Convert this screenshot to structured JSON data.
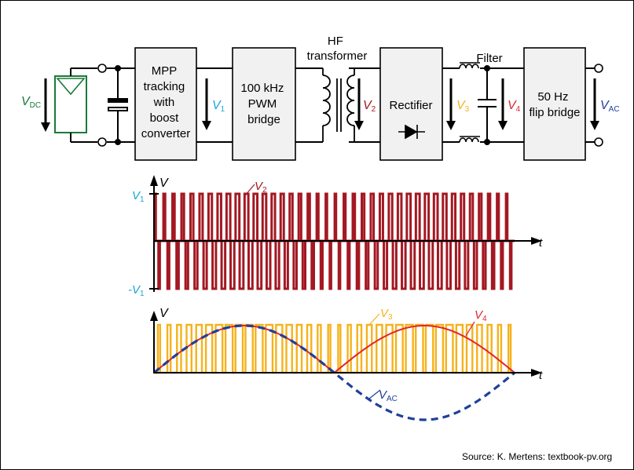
{
  "circuit": {
    "vdc": {
      "main": "V",
      "sub": "DC"
    },
    "v1": {
      "main": "V",
      "sub": "1"
    },
    "v2": {
      "main": "V",
      "sub": "2"
    },
    "v3": {
      "main": "V",
      "sub": "3"
    },
    "v4": {
      "main": "V",
      "sub": "4"
    },
    "vac": {
      "main": "V",
      "sub": "AC"
    },
    "mpp_block": [
      "MPP",
      "tracking",
      "with",
      "boost",
      "converter"
    ],
    "pwm_block": [
      "100 kHz",
      "PWM",
      "bridge"
    ],
    "transformer_label": [
      "HF",
      "transformer"
    ],
    "rectifier_label": "Rectifier",
    "filter_label": "Filter",
    "flip_block": [
      "50 Hz",
      "flip bridge"
    ]
  },
  "top_plot": {
    "y_axis": "V",
    "x_axis": "t",
    "pos_tick": {
      "main": "V",
      "sub": "1"
    },
    "neg_tick": {
      "main": "-V",
      "sub": "1"
    },
    "series_label": {
      "main": "V",
      "sub": "2"
    }
  },
  "bottom_plot": {
    "y_axis": "V",
    "x_axis": "t",
    "v3_label": {
      "main": "V",
      "sub": "3"
    },
    "v4_label": {
      "main": "V",
      "sub": "4"
    },
    "vac_label": {
      "main": "V",
      "sub": "AC"
    }
  },
  "colors": {
    "dark_red": "#a31822",
    "red": "#e0262b",
    "orange": "#f5b21b",
    "blue": "#1f3f9a",
    "cyan": "#1aa6d8",
    "green": "#1a7a3a",
    "block_fill": "#f1f1f1"
  },
  "source": "Source: K. Mertens: textbook-pv.org"
}
